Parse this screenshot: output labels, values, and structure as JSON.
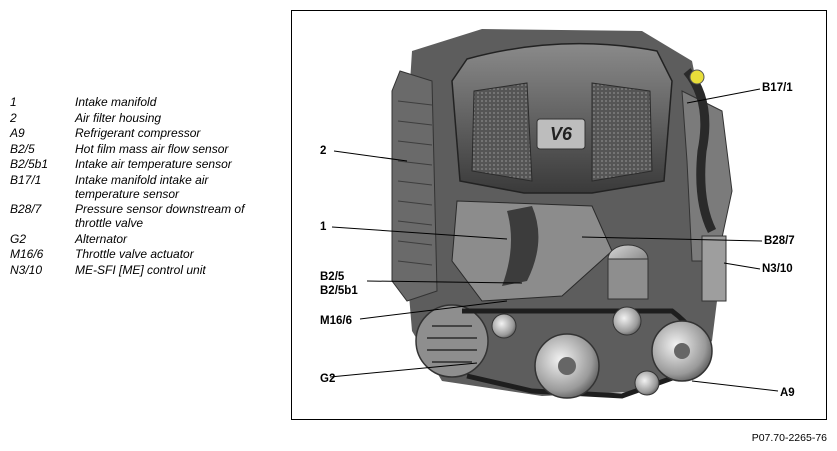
{
  "legend": [
    {
      "code": "1",
      "desc": "Intake manifold"
    },
    {
      "code": "2",
      "desc": "Air filter housing"
    },
    {
      "code": "A9",
      "desc": "Refrigerant compressor"
    },
    {
      "code": "B2/5",
      "desc": "Hot film mass air flow sensor"
    },
    {
      "code": "B2/5b1",
      "desc": "Intake air temperature sensor"
    },
    {
      "code": "B17/1",
      "desc": "Intake manifold intake air temperature sensor"
    },
    {
      "code": "B28/7",
      "desc": "Pressure sensor downstream of throttle valve"
    },
    {
      "code": "G2",
      "desc": "Alternator"
    },
    {
      "code": "M16/6",
      "desc": "Throttle valve actuator"
    },
    {
      "code": "N3/10",
      "desc": "ME-SFI [ME] control unit"
    }
  ],
  "figure": {
    "engine_badge": "V6",
    "callouts": {
      "b17_1": "B17/1",
      "two": "2",
      "one": "1",
      "b28_7": "B28/7",
      "n3_10": "N3/10",
      "b2_5": "B2/5",
      "b2_5b1": "B2/5b1",
      "m16_6": "M16/6",
      "g2": "G2",
      "a9": "A9"
    }
  },
  "figure_code": "P07.70-2265-76"
}
